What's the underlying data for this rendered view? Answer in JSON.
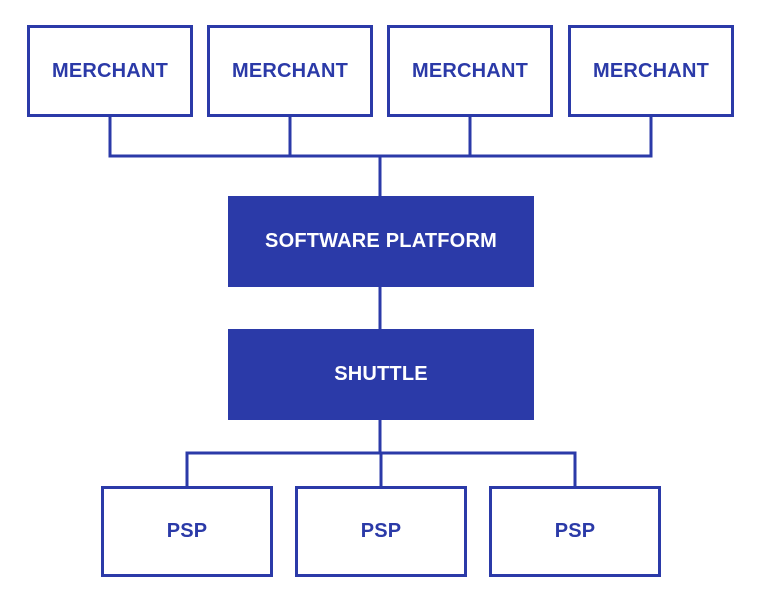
{
  "merchants": [
    {
      "label": "MERCHANT"
    },
    {
      "label": "MERCHANT"
    },
    {
      "label": "MERCHANT"
    },
    {
      "label": "MERCHANT"
    }
  ],
  "platform": {
    "label": "SOFTWARE PLATFORM"
  },
  "shuttle": {
    "label": "SHUTTLE"
  },
  "psps": [
    {
      "label": "PSP"
    },
    {
      "label": "PSP"
    },
    {
      "label": "PSP"
    }
  ],
  "colors": {
    "primary": "#2b3aa8",
    "background": "#ffffff",
    "filled_text": "#ffffff"
  }
}
